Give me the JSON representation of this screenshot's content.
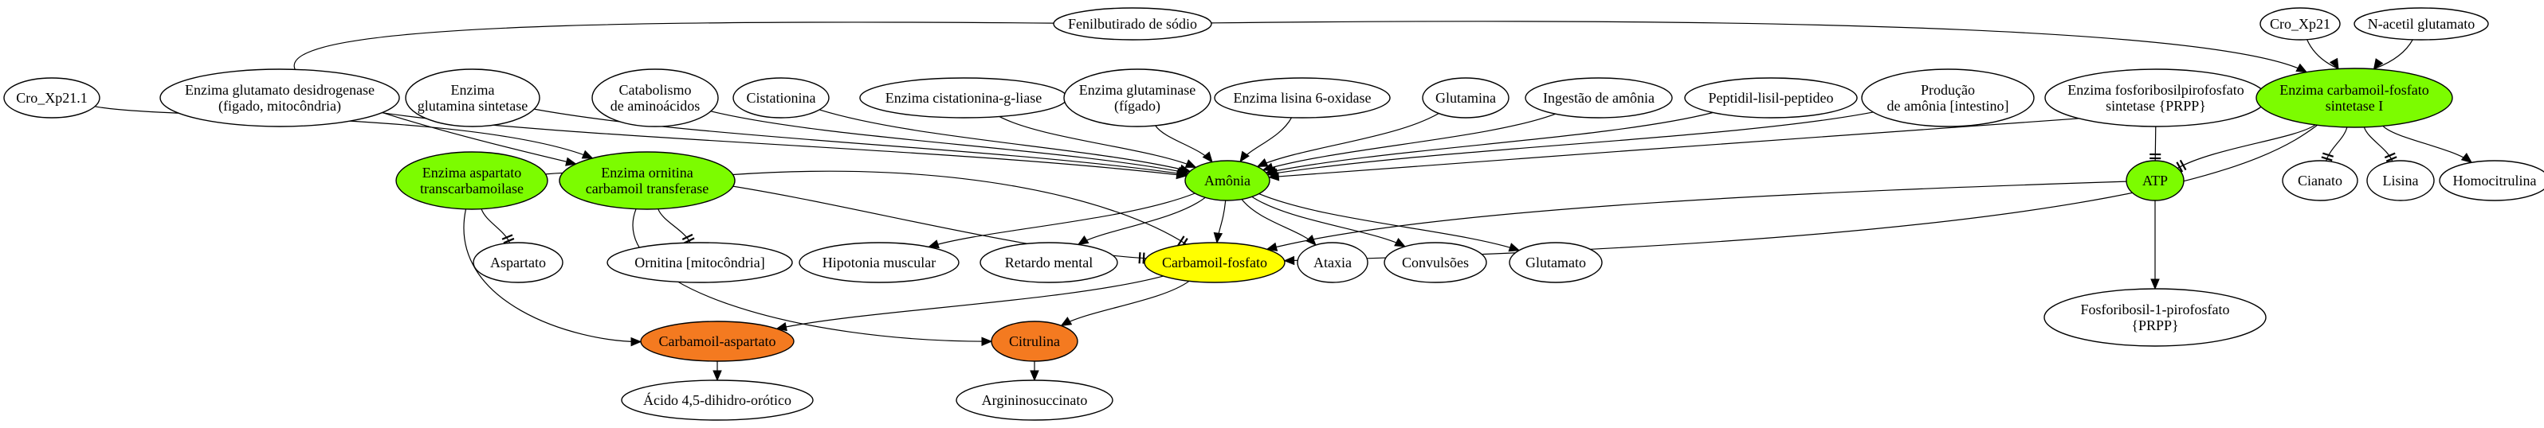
{
  "colors": {
    "green": "#7cfc00",
    "yellow": "#ffff00",
    "orange": "#f47a20",
    "white": "#ffffff"
  },
  "nodes": [
    {
      "id": "fenilbutirato",
      "lines": [
        "Fenilbutirado de sódio"
      ],
      "fill": "white"
    },
    {
      "id": "cro_xp21",
      "lines": [
        "Cro_Xp21"
      ],
      "fill": "white"
    },
    {
      "id": "n_acetil",
      "lines": [
        "N-acetil glutamato"
      ],
      "fill": "white"
    },
    {
      "id": "cro_xp211",
      "lines": [
        "Cro_Xp21.1"
      ],
      "fill": "white"
    },
    {
      "id": "glut_desid",
      "lines": [
        "Enzima glutamato desidrogenase",
        "(figado, mitocôndria)"
      ],
      "fill": "white"
    },
    {
      "id": "glut_sint",
      "lines": [
        "Enzima",
        "glutamina sintetase"
      ],
      "fill": "white"
    },
    {
      "id": "catabolismo",
      "lines": [
        "Catabolismo",
        "de aminoácidos"
      ],
      "fill": "white"
    },
    {
      "id": "cistationina",
      "lines": [
        "Cistationina"
      ],
      "fill": "white"
    },
    {
      "id": "cist_liase",
      "lines": [
        "Enzima cistationina-g-liase"
      ],
      "fill": "white"
    },
    {
      "id": "glutaminase",
      "lines": [
        "Enzima glutaminase",
        "(fígado)"
      ],
      "fill": "white"
    },
    {
      "id": "lisina_ox",
      "lines": [
        "Enzima lisina 6-oxidase"
      ],
      "fill": "white"
    },
    {
      "id": "glutamina",
      "lines": [
        "Glutamina"
      ],
      "fill": "white"
    },
    {
      "id": "ingestao",
      "lines": [
        "Ingestão de amônia"
      ],
      "fill": "white"
    },
    {
      "id": "peptidil",
      "lines": [
        "Peptidil-lisil-peptideo"
      ],
      "fill": "white"
    },
    {
      "id": "producao",
      "lines": [
        "Produção",
        "de amônia [intestino]"
      ],
      "fill": "white"
    },
    {
      "id": "prpp_sint",
      "lines": [
        "Enzima fosforibosilpirofosfato",
        "sintetase {PRPP}"
      ],
      "fill": "white"
    },
    {
      "id": "cps1",
      "lines": [
        "Enzima carbamoil-fosfato",
        "sintetase I"
      ],
      "fill": "green"
    },
    {
      "id": "asp_trans",
      "lines": [
        "Enzima aspartato",
        "transcarbamoilase"
      ],
      "fill": "green"
    },
    {
      "id": "orn_trans",
      "lines": [
        "Enzima ornitina",
        "carbamoil transferase"
      ],
      "fill": "green"
    },
    {
      "id": "amonia",
      "lines": [
        "Amônia"
      ],
      "fill": "green"
    },
    {
      "id": "atp",
      "lines": [
        "ATP"
      ],
      "fill": "green"
    },
    {
      "id": "cianato",
      "lines": [
        "Cianato"
      ],
      "fill": "white"
    },
    {
      "id": "lisina",
      "lines": [
        "Lisina"
      ],
      "fill": "white"
    },
    {
      "id": "homocitrulina",
      "lines": [
        "Homocitrulina"
      ],
      "fill": "white"
    },
    {
      "id": "aspartato",
      "lines": [
        "Aspartato"
      ],
      "fill": "white"
    },
    {
      "id": "ornitina",
      "lines": [
        "Ornitina [mitocôndria]"
      ],
      "fill": "white"
    },
    {
      "id": "hipotonia",
      "lines": [
        "Hipotonia muscular"
      ],
      "fill": "white"
    },
    {
      "id": "retardo",
      "lines": [
        "Retardo mental"
      ],
      "fill": "white"
    },
    {
      "id": "carb_fosf",
      "lines": [
        "Carbamoil-fosfato"
      ],
      "fill": "yellow"
    },
    {
      "id": "ataxia",
      "lines": [
        "Ataxia"
      ],
      "fill": "white"
    },
    {
      "id": "convulsoes",
      "lines": [
        "Convulsões"
      ],
      "fill": "white"
    },
    {
      "id": "glutamato",
      "lines": [
        "Glutamato"
      ],
      "fill": "white"
    },
    {
      "id": "fosforibosil",
      "lines": [
        "Fosforibosil-1-pirofosfato",
        "{PRPP}"
      ],
      "fill": "white"
    },
    {
      "id": "carb_asp",
      "lines": [
        "Carbamoil-aspartato"
      ],
      "fill": "orange"
    },
    {
      "id": "citrulina",
      "lines": [
        "Citrulina"
      ],
      "fill": "orange"
    },
    {
      "id": "acido",
      "lines": [
        "Ácido 4,5-dihidro-orótico"
      ],
      "fill": "white"
    },
    {
      "id": "argino",
      "lines": [
        "Argininosuccinato"
      ],
      "fill": "white"
    }
  ],
  "edges": [
    {
      "from": "fenilbutirato",
      "to": "orn_trans",
      "head": "arrow"
    },
    {
      "from": "fenilbutirato",
      "to": "cps1",
      "head": "arrow"
    },
    {
      "from": "cro_xp21",
      "to": "cps1",
      "head": "arrow"
    },
    {
      "from": "n_acetil",
      "to": "cps1",
      "head": "arrow"
    },
    {
      "from": "cro_xp211",
      "to": "orn_trans",
      "head": "arrow"
    },
    {
      "from": "glut_desid",
      "to": "amonia",
      "head": "arrow"
    },
    {
      "from": "glut_sint",
      "to": "amonia",
      "head": "arrow"
    },
    {
      "from": "catabolismo",
      "to": "amonia",
      "head": "arrow"
    },
    {
      "from": "cistationina",
      "to": "amonia",
      "head": "arrow"
    },
    {
      "from": "cist_liase",
      "to": "amonia",
      "head": "arrow"
    },
    {
      "from": "glutaminase",
      "to": "amonia",
      "head": "arrow"
    },
    {
      "from": "lisina_ox",
      "to": "amonia",
      "head": "arrow"
    },
    {
      "from": "glutamina",
      "to": "amonia",
      "head": "arrow"
    },
    {
      "from": "ingestao",
      "to": "amonia",
      "head": "arrow"
    },
    {
      "from": "peptidil",
      "to": "amonia",
      "head": "arrow"
    },
    {
      "from": "producao",
      "to": "amonia",
      "head": "arrow"
    },
    {
      "from": "cps1",
      "to": "amonia",
      "head": "arrow"
    },
    {
      "from": "prpp_sint",
      "to": "atp",
      "head": "tee"
    },
    {
      "from": "cps1",
      "to": "atp",
      "head": "tee"
    },
    {
      "from": "cps1",
      "to": "cianato",
      "head": "tee"
    },
    {
      "from": "cps1",
      "to": "lisina",
      "head": "tee"
    },
    {
      "from": "cps1",
      "to": "homocitrulina",
      "head": "arrow"
    },
    {
      "from": "cps1",
      "to": "carb_fosf",
      "head": "arrow"
    },
    {
      "from": "atp",
      "to": "carb_fosf",
      "head": "arrow"
    },
    {
      "from": "atp",
      "to": "fosforibosil",
      "head": "arrow"
    },
    {
      "from": "asp_trans",
      "to": "aspartato",
      "head": "tee"
    },
    {
      "from": "asp_trans",
      "to": "carb_fosf",
      "head": "tee"
    },
    {
      "from": "asp_trans",
      "to": "carb_asp",
      "head": "arrow"
    },
    {
      "from": "orn_trans",
      "to": "ornitina",
      "head": "tee"
    },
    {
      "from": "orn_trans",
      "to": "carb_fosf",
      "head": "tee"
    },
    {
      "from": "orn_trans",
      "to": "citrulina",
      "head": "arrow"
    },
    {
      "from": "amonia",
      "to": "hipotonia",
      "head": "arrow"
    },
    {
      "from": "amonia",
      "to": "retardo",
      "head": "arrow"
    },
    {
      "from": "amonia",
      "to": "carb_fosf",
      "head": "arrow"
    },
    {
      "from": "amonia",
      "to": "ataxia",
      "head": "arrow"
    },
    {
      "from": "amonia",
      "to": "convulsoes",
      "head": "arrow"
    },
    {
      "from": "amonia",
      "to": "glutamato",
      "head": "arrow"
    },
    {
      "from": "carb_fosf",
      "to": "carb_asp",
      "head": "arrow"
    },
    {
      "from": "carb_fosf",
      "to": "citrulina",
      "head": "arrow"
    },
    {
      "from": "carb_asp",
      "to": "acido",
      "head": "arrow"
    },
    {
      "from": "citrulina",
      "to": "argino",
      "head": "arrow"
    }
  ]
}
